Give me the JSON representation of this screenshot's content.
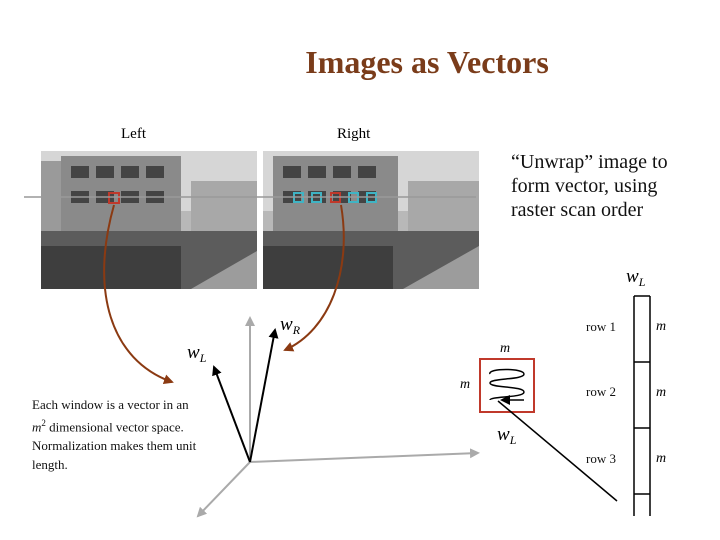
{
  "title": "Images as Vectors",
  "left_label": "Left",
  "right_label": "Right",
  "unwrap_text": "“Unwrap” image to form vector, using raster scan order",
  "note_text_1": "Each window is a vector in an ",
  "note_m": "m",
  "note_sup": "2",
  "note_text_2": " dimensional vector space. Normalization makes them unit length.",
  "vector_labels": {
    "wL": "wL",
    "wR": "wR",
    "m": "m"
  },
  "rows": [
    "row 1",
    "row 2",
    "row 3"
  ],
  "colors": {
    "title": "#7a3c1a",
    "arrow": "#8b3a12",
    "window_red": "#c0392b",
    "window_cyan": "#3fb4c4",
    "axis_gray": "#aaaaaa"
  }
}
